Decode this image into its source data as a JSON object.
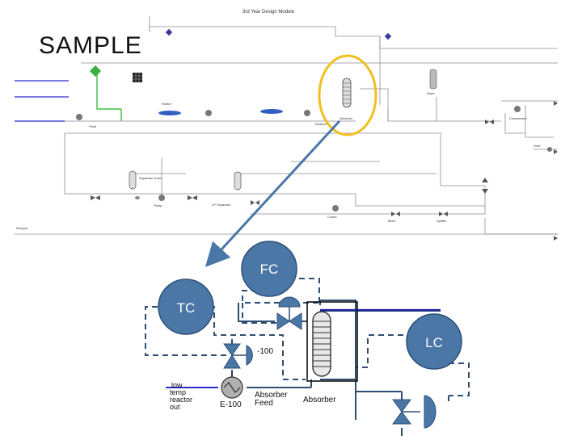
{
  "sample_label": "SAMPLE",
  "module_title": "3rd Year Design Module",
  "colors": {
    "controller_fill": "#4a77a6",
    "controller_stroke": "#2d4f78",
    "highlight_ellipse": "#f0c020",
    "arrow": "#4a77a6",
    "signal_line": "#2e4d73",
    "feed_line": "#2b2bd0",
    "green_line": "#40c040"
  },
  "controllers": [
    {
      "name": "fc-controller",
      "label": "FC"
    },
    {
      "name": "tc-controller",
      "label": "TC"
    },
    {
      "name": "lc-controller",
      "label": "LC"
    }
  ],
  "detail_labels": {
    "valve_tag": "-100",
    "exchanger_tag": "E-100",
    "feed_stream": "low temp reactor out",
    "absorber_feed": "Absorber Feed",
    "absorber": "Absorber"
  },
  "flowsheet_labels": {
    "absorber_small": "Absorber",
    "dryer_small": "Dryer",
    "separator_small": "Separator Drum",
    "compressor_small": "Compressor",
    "heater_small": "Heater",
    "cooler_small": "Cooler",
    "reactor_small": "Reactor",
    "mixer_small": "Mixer",
    "splitter_small": "Splitter",
    "flash_small": "LP Separator",
    "pump_small": "Pump",
    "vent_small": "Vent",
    "feed_small": "Feed",
    "recycle_small": "Recycle"
  }
}
